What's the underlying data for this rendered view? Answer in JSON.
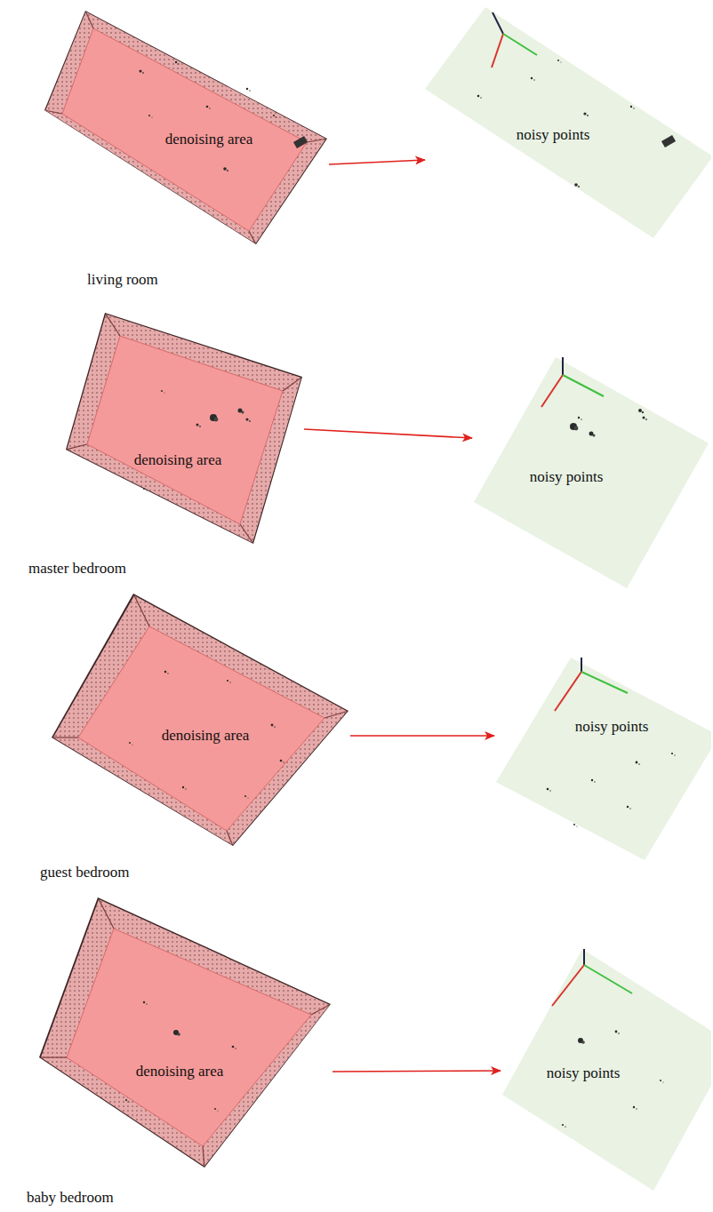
{
  "diagram": {
    "nodes": [
      {
        "text": [
          "denoising area"
        ]
      },
      {
        "text": [
          "noisy points"
        ]
      },
      {
        "text": [
          "denoising area"
        ]
      },
      {
        "text": [
          "noisy points"
        ]
      },
      {
        "text": [
          "denoising area"
        ]
      },
      {
        "text": [
          "noisy points"
        ]
      },
      {
        "text": [
          "denoising area"
        ]
      },
      {
        "text": [
          "noisy points"
        ]
      }
    ],
    "edges": [
      {
        "from": 0,
        "to": 1,
        "arrow": "to"
      },
      {
        "from": 2,
        "to": 3,
        "arrow": "to"
      },
      {
        "from": 4,
        "to": 5,
        "arrow": "to"
      },
      {
        "from": 6,
        "to": 7,
        "arrow": "to"
      }
    ],
    "labels": [
      "living room",
      "master bedroom",
      "guest bedroom",
      "baby bedroom"
    ]
  }
}
